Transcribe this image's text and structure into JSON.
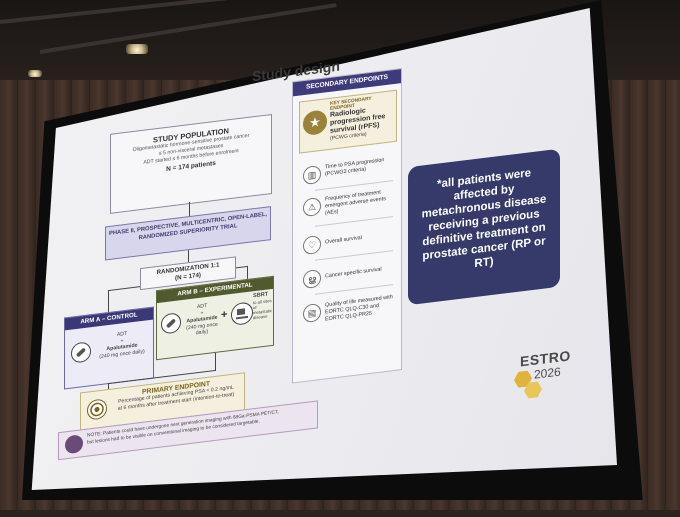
{
  "slide": {
    "title": "Study design",
    "population": {
      "heading": "STUDY POPULATION",
      "line1": "Oligometastatic hormone-sensitive prostate cancer",
      "line2": "≤ 5 non-visceral metastases",
      "line3": "ADT started ≤ 6 months before enrolment",
      "n": "N = 174 patients"
    },
    "phase": "PHASE II, PROSPECTIVE, MULTICENTRIC, OPEN-LABEL, RANDOMIZED SUPERIORITY TRIAL",
    "randomization": {
      "line1": "RANDOMIZATION 1:1",
      "line2": "(N = 174)"
    },
    "arm_a": {
      "header": "ARM A – CONTROL",
      "drug1": "ADT",
      "plus": "+",
      "drug2": "Apalutamide",
      "dose": "(240 mg once daily)"
    },
    "arm_b": {
      "header": "ARM B – EXPERIMENTAL",
      "drug1": "ADT",
      "plus": "+",
      "drug2": "Apalutamide",
      "dose": "(240 mg once daily)",
      "plus2": "+",
      "sbrt": "SBRT",
      "sbrt_detail": "to all sites of metastatic disease"
    },
    "primary": {
      "header": "PRIMARY ENDPOINT",
      "line1": "Percentage of patients achieving PSA < 0.2 ng/mL",
      "line2": "at 6 months after treatment start (intention-to-treat)"
    },
    "note": {
      "line1": "NOTE: Patients could have undergone next generation imaging with 68Ga-PSMA PET/CT,",
      "line2": "but lesions had to be visible on conventional imaging to be considered targetable."
    },
    "secondary": {
      "header": "SECONDARY ENDPOINTS",
      "key_label": "KEY SECONDARY ENDPOINT",
      "key_title": "Radiologic progression free survival (rPFS)",
      "key_sub": "(PCWG criteria)",
      "items": [
        {
          "label": "Time to PSA progression (PCWG3 criteria)",
          "icon": "chart-icon"
        },
        {
          "label": "Frequency of treatment emergent adverse events (AEs)",
          "icon": "warning-icon"
        },
        {
          "label": "Overall survival",
          "icon": "heart-icon"
        },
        {
          "label": "Cancer specific survival",
          "icon": "ribbon-icon"
        },
        {
          "label": "Quality of life measured with EORTC QLQ-C30 and EORTC QLQ-PR25",
          "icon": "clipboard-icon"
        }
      ]
    },
    "callout": "*all patients were affected by metachronous disease receiving a previous definitive treatment on prostate cancer (RP or RT)",
    "logo": {
      "word": "ESTRO",
      "year": "2026"
    }
  },
  "colors": {
    "navy": "#3e3b7c",
    "olive": "#4f5a2e",
    "gold": "#c2b47d",
    "callout": "#353a6b"
  }
}
